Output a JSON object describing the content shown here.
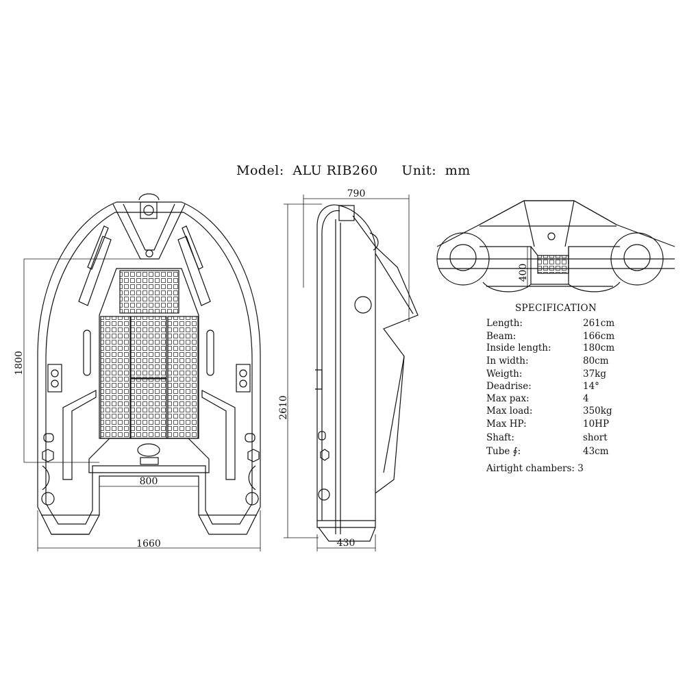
{
  "header": {
    "model_label": "Model:",
    "model": "ALU RIB260",
    "unit_label": "Unit:",
    "unit": "mm"
  },
  "dimensions": {
    "top_width_790": "790",
    "inside_length_1800": "1800",
    "overall_length_2610": "2610",
    "inside_width_800": "800",
    "beam_1660": "1660",
    "tube_430": "430",
    "height_400": "400"
  },
  "specification": {
    "title": "SPECIFICATION",
    "rows": [
      {
        "key": "Length:",
        "value": "261cm"
      },
      {
        "key": "Beam:",
        "value": "166cm"
      },
      {
        "key": "Inside length:",
        "value": "180cm"
      },
      {
        "key": "In width:",
        "value": "80cm"
      },
      {
        "key": "Weigth:",
        "value": "37kg"
      },
      {
        "key": "Deadrise:",
        "value": "14°"
      },
      {
        "key": "Max pax:",
        "value": "4"
      },
      {
        "key": "Max load:",
        "value": "350kg"
      },
      {
        "key": "Max HP:",
        "value": "10HP"
      },
      {
        "key": "Shaft:",
        "value": "short"
      },
      {
        "key": "Tube ∮:",
        "value": "43cm"
      }
    ],
    "airtight": "Airtight chambers: 3"
  }
}
